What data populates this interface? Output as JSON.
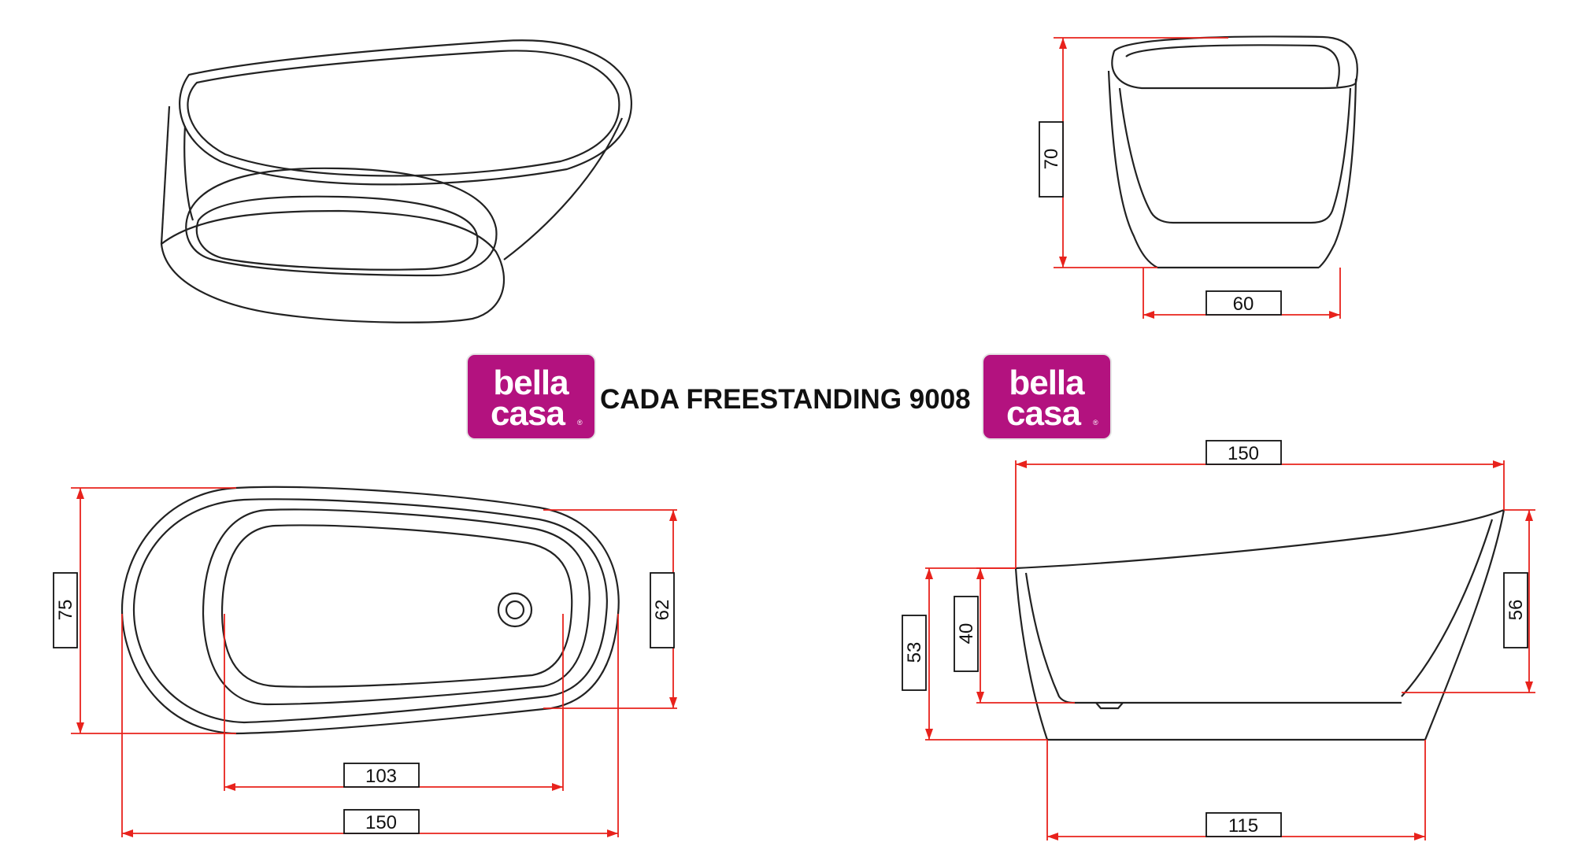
{
  "title": "CADA FREESTANDING 9008",
  "brand": {
    "line1": "bella",
    "line2": "casa",
    "registered_mark": "®",
    "color": "#b3127f"
  },
  "colors": {
    "dimension_line": "#e8221c",
    "outline": "#222222"
  },
  "views": {
    "end_view": {
      "height": "70",
      "width": "60"
    },
    "top_view": {
      "width": "75",
      "inner_width": "62",
      "inner_length": "103",
      "length": "150"
    },
    "side_view": {
      "length": "150",
      "height_low": "53",
      "inner_depth": "40",
      "height_high": "56",
      "base_length": "115"
    }
  }
}
